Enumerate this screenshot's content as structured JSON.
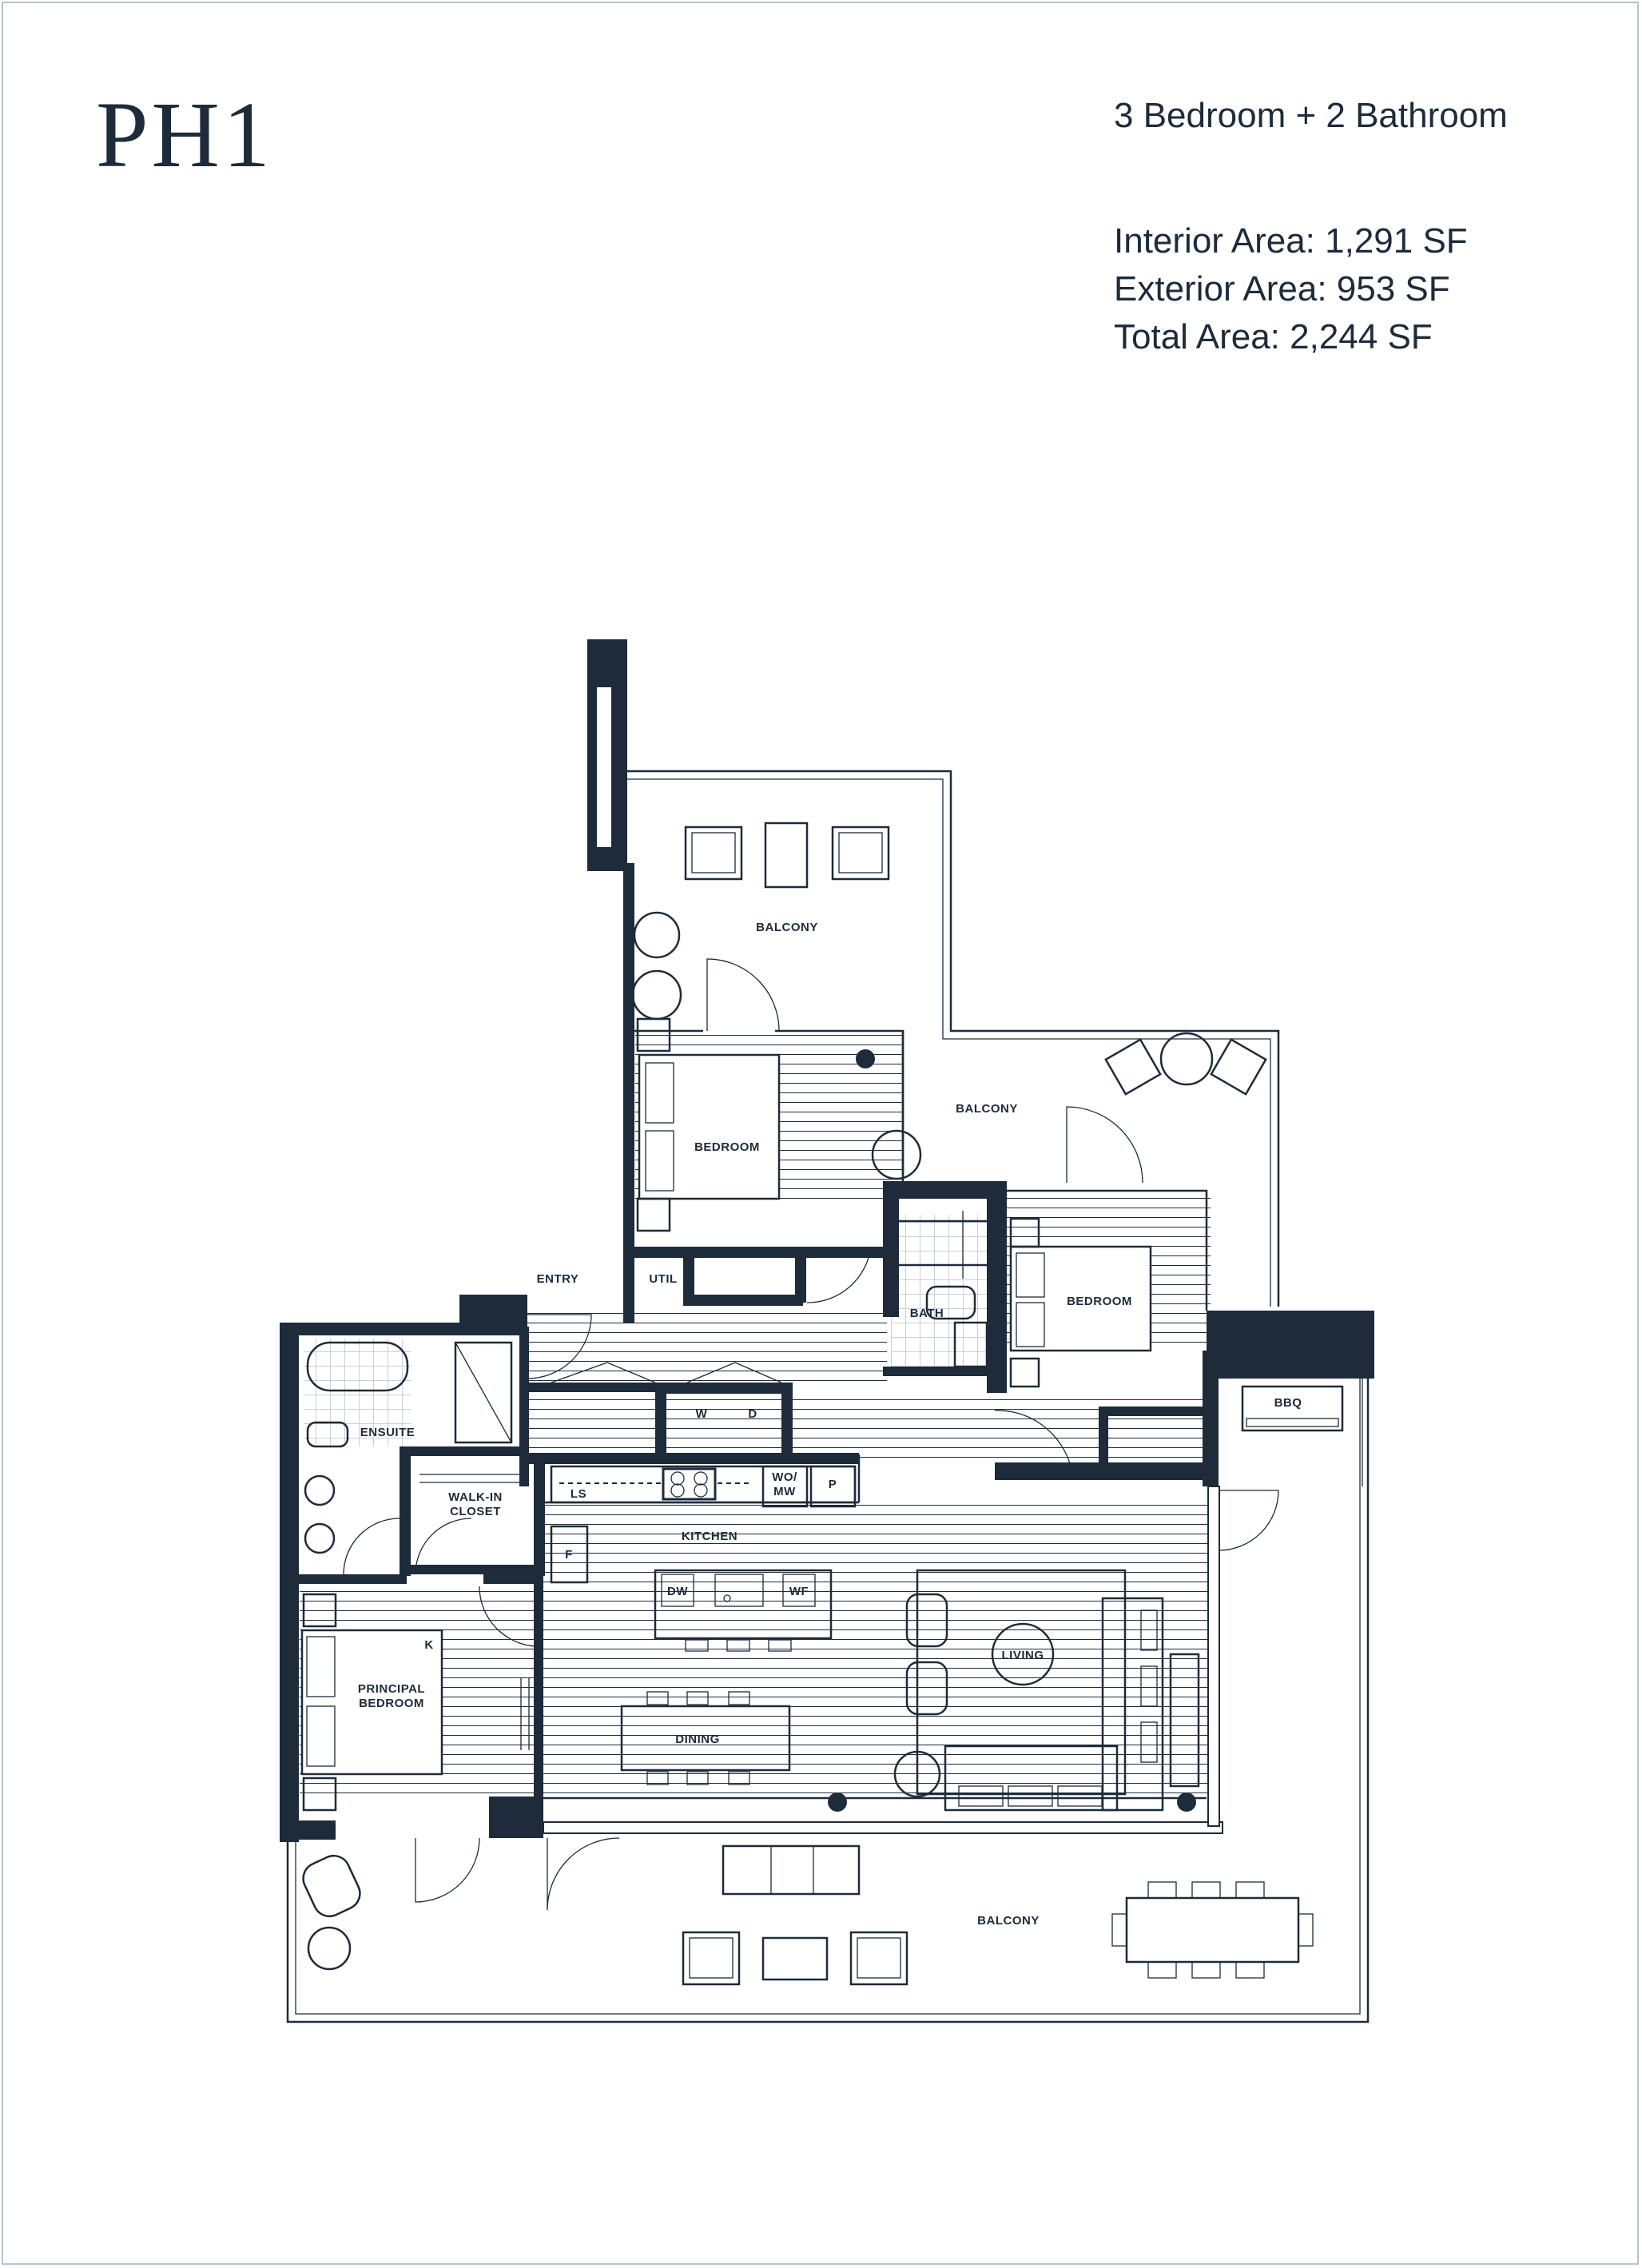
{
  "unit": {
    "name": "PH1",
    "configuration": "3 Bedroom + 2 Bathroom",
    "areas": [
      "Interior Area: 1,291  SF",
      "Exterior Area: 953 SF",
      "Total Area: 2,244 SF"
    ]
  },
  "plan": {
    "rooms": {
      "balcony_north": "BALCONY",
      "balcony_east": "BALCONY",
      "balcony_south": "BALCONY",
      "bedroom_north": "BEDROOM",
      "bedroom_east": "BEDROOM",
      "entry": "ENTRY",
      "util": "UTIL",
      "bath": "BATH",
      "ensuite": "ENSUITE",
      "walk_in_closet_line1": "WALK-IN",
      "walk_in_closet_line2": "CLOSET",
      "kitchen": "KITCHEN",
      "principal_bedroom_line1": "PRINCIPAL",
      "principal_bedroom_line2": "BEDROOM",
      "dining": "DINING",
      "living": "LIVING",
      "bbq": "BBQ"
    },
    "appliances": {
      "washer": "W",
      "dryer": "D",
      "wall_oven_line1": "WO/",
      "wall_oven_line2": "MW",
      "pantry": "P",
      "linen_storage": "LS",
      "fridge": "F",
      "dishwasher": "DW",
      "water_filter": "WF",
      "closet_mark": "K"
    }
  }
}
